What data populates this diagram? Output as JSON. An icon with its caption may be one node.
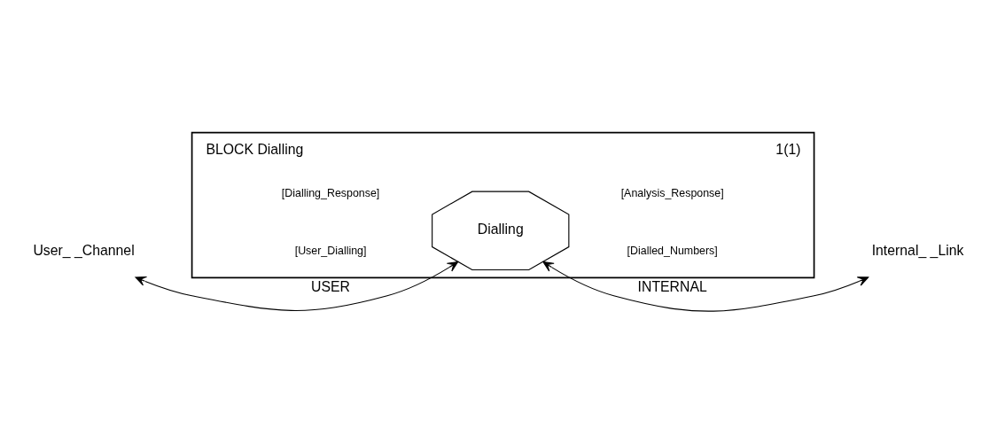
{
  "diagram": {
    "nodes": [
      {
        "text": [
          "BLOCK Dialling",
          "1(1)"
        ]
      },
      {
        "text": [
          "User_ _Channel"
        ]
      },
      {
        "text": [
          "Dialling"
        ],
        "in": 0
      },
      {
        "text": [
          "Internal_ _Link"
        ]
      }
    ],
    "edges": [
      {
        "from": 1,
        "to": 2,
        "arrow": "both",
        "label": "USER"
      },
      {
        "from": 2,
        "to": 3,
        "arrow": "both",
        "label": "INTERNAL"
      }
    ],
    "labels": [
      "[Dialling_Response]",
      "[User_Dialling]",
      "[Analysis_Response]",
      "[Dialled_Numbers]"
    ]
  }
}
